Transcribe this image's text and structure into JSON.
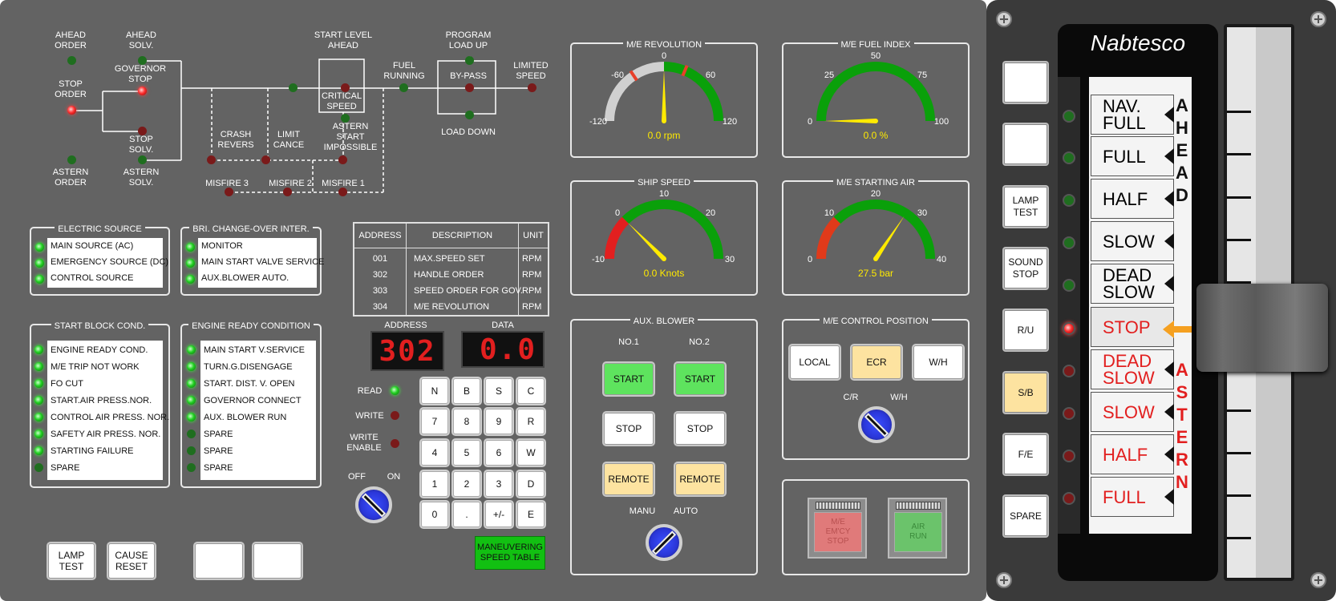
{
  "diagram": {
    "ahead_order": "AHEAD\nORDER",
    "ahead_solv": "AHEAD\nSOLV.",
    "governor_stop": "GOVERNOR\nSTOP",
    "stop_order": "STOP\nORDER",
    "stop_solv": "STOP\nSOLV.",
    "astern_order": "ASTERN\nORDER",
    "astern_solv": "ASTERN\nSOLV.",
    "crash_revers": "CRASH\nREVERS",
    "limit_cance": "LIMIT\nCANCE",
    "start_level_ahead": "START LEVEL\nAHEAD",
    "critical_speed": "CRITICAL\nSPEED",
    "astern_start_impossible": "ASTERN\nSTART\nIMPOSSIBLE",
    "fuel_running": "FUEL\nRUNNING",
    "program_load_up": "PROGRAM\nLOAD UP",
    "by_pass": "BY-PASS",
    "load_down": "LOAD DOWN",
    "limited_speed": "LIMITED\nSPEED",
    "misfire3": "MISFIRE 3",
    "misfire2": "MISFIRE 2",
    "misfire1": "MISFIRE 1"
  },
  "electric_source": {
    "title": "ELECTRIC SOURCE",
    "items": [
      "MAIN SOURCE (AC)",
      "EMERGENCY SOURCE (DC)",
      "CONTROL SOURCE"
    ]
  },
  "bri_change": {
    "title": "BRI. CHANGE-OVER INTER.",
    "items": [
      "MONITOR",
      "MAIN START VALVE SERVICE",
      "AUX.BLOWER AUTO."
    ]
  },
  "start_block": {
    "title": "START BLOCK COND.",
    "items": [
      "ENGINE READY COND.",
      "M/E TRIP NOT WORK",
      "FO CUT",
      "START.AIR PRESS.NOR.",
      "CONTROL AIR PRESS. NOR.",
      "SAFETY AIR PRESS. NOR.",
      "STARTING FAILURE",
      "SPARE"
    ]
  },
  "engine_ready": {
    "title": "ENGINE READY CONDITION",
    "items": [
      "MAIN START V.SERVICE",
      "TURN.G.DISENGAGE",
      "START. DIST. V. OPEN",
      "GOVERNOR CONNECT",
      "AUX. BLOWER RUN",
      "SPARE",
      "SPARE",
      "SPARE"
    ]
  },
  "table": {
    "headers": [
      "ADDRESS",
      "DESCRIPTION",
      "UNIT"
    ],
    "rows": [
      [
        "001",
        "MAX.SPEED SET",
        "RPM"
      ],
      [
        "302",
        "HANDLE ORDER",
        "RPM"
      ],
      [
        "303",
        "SPEED ORDER FOR GOV.",
        "RPM"
      ],
      [
        "304",
        "M/E REVOLUTION",
        "RPM"
      ]
    ]
  },
  "display": {
    "address_label": "ADDRESS",
    "data_label": "DATA",
    "address_value": "302",
    "data_value": "0.0"
  },
  "rw": {
    "read": "READ",
    "write": "WRITE",
    "write_enable": "WRITE\nENABLE",
    "off": "OFF",
    "on": "ON"
  },
  "keypad": [
    "N",
    "B",
    "S",
    "C",
    "7",
    "8",
    "9",
    "R",
    "4",
    "5",
    "6",
    "W",
    "1",
    "2",
    "3",
    "D",
    "0",
    ".",
    "+/-",
    "E"
  ],
  "maneuvering": "MANEUVERING\nSPEED TABLE",
  "bottom_buttons": {
    "lamp_test": "LAMP\nTEST",
    "cause_reset": "CAUSE\nRESET"
  },
  "gauges": {
    "me_revolution": {
      "title": "M/E REVOLUTION",
      "ticks": [
        "-120",
        "-60",
        "0",
        "60",
        "120"
      ],
      "readout": "0.0 rpm",
      "value": 0,
      "min": -120,
      "max": 120
    },
    "me_fuel_index": {
      "title": "M/E FUEL INDEX",
      "ticks": [
        "0",
        "25",
        "50",
        "75",
        "100"
      ],
      "readout": "0.0 %",
      "value": 0,
      "min": 0,
      "max": 100
    },
    "ship_speed": {
      "title": "SHIP SPEED",
      "ticks": [
        "-10",
        "0",
        "10",
        "20",
        "30"
      ],
      "readout": "0.0 Knots",
      "value": 0,
      "min": -10,
      "max": 30
    },
    "me_starting_air": {
      "title": "M/E STARTING AIR",
      "ticks": [
        "0",
        "10",
        "20",
        "30",
        "40"
      ],
      "readout": "27.5 bar",
      "value": 27.5,
      "min": 0,
      "max": 40
    }
  },
  "aux_blower": {
    "title": "AUX. BLOWER",
    "no1": "NO.1",
    "no2": "NO.2",
    "start": "START",
    "stop": "STOP",
    "remote": "REMOTE",
    "manu": "MANU",
    "auto": "AUTO"
  },
  "control_position": {
    "title": "M/E CONTROL POSITION",
    "local": "LOCAL",
    "ecr": "ECR",
    "wh": "W/H",
    "cr": "C/R",
    "wh2": "W/H"
  },
  "emergency": {
    "me_emcy_stop": "M/E\nEM'CY\nSTOP",
    "air_run": "AIR\nRUN"
  },
  "telegraph": {
    "brand": "Nabtesco",
    "buttons": [
      "",
      "",
      "LAMP\nTEST",
      "SOUND\nSTOP",
      "R/U",
      "S/B",
      "F/E",
      "SPARE"
    ],
    "orders": [
      "NAV.\nFULL",
      "FULL",
      "HALF",
      "SLOW",
      "DEAD\nSLOW",
      "STOP",
      "DEAD\nSLOW",
      "SLOW",
      "HALF",
      "FULL"
    ],
    "ahead_letters": [
      "A",
      "H",
      "E",
      "A",
      "D"
    ],
    "astern_letters": [
      "A",
      "S",
      "T",
      "E",
      "R",
      "N"
    ],
    "current_order": "STOP",
    "colors": {
      "ahead": "#111111",
      "astern": "#e21f1f",
      "pointer": "#f5a020",
      "sb": "#fde3a0"
    }
  }
}
